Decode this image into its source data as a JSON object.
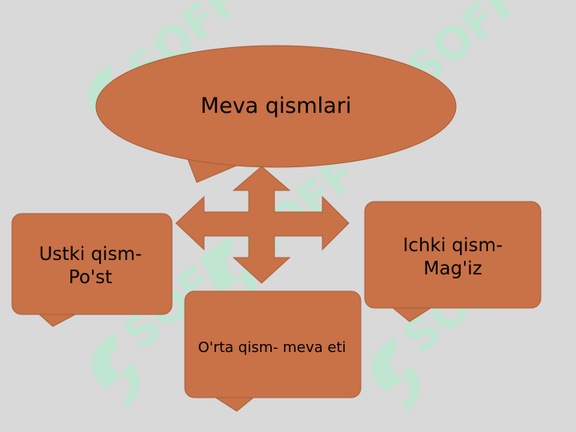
{
  "diagram": {
    "title": "Meva qismlari",
    "parts": {
      "outer": "Ustki qism- Po'st",
      "inner": "Ichki qism- Mag'iz",
      "middle": "O'rta qism- meva eti"
    }
  },
  "watermark": {
    "text": "SOFF"
  },
  "colors": {
    "background": "#d9d9d9",
    "shape_fill": "#c8693b",
    "shape_stroke": "#a5552f",
    "watermark": "#a6f0c6"
  }
}
